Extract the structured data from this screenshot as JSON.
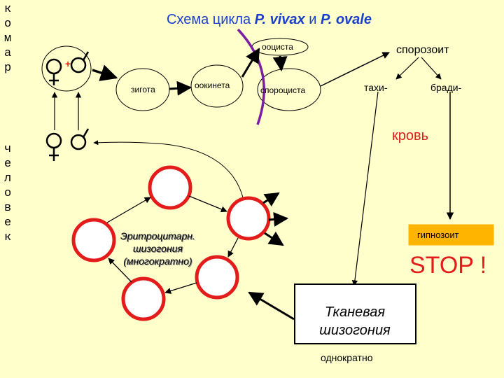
{
  "title": {
    "prefix": "Схема цикла ",
    "species1": "P. vivax",
    "conj": " и ",
    "species2": "P. ovale"
  },
  "side_labels": {
    "mosquito": [
      "к",
      "о",
      "м",
      "а",
      "р"
    ],
    "human": [
      "ч",
      "е",
      "л",
      "о",
      "в",
      "е",
      "к"
    ]
  },
  "labels": {
    "zygote": "зигота",
    "ookinete": "оокинета",
    "oocyst": "ооциста",
    "sporocyst": "спороциста",
    "sporozoite": "спорозоит",
    "tachy": "тахи-",
    "brady": "бради-",
    "blood": "кровь",
    "hypnozoite": "гипнозоит",
    "stop": "STOP !",
    "erythro_line1": "Эритроцитарн.",
    "erythro_line2": "шизогония",
    "erythro_line3": "(многократно)",
    "tissue_line1": "Тканевая",
    "tissue_line2": "шизогония",
    "once": "однократно"
  },
  "colors": {
    "background": "#ffffcc",
    "red_cell": "#e31b1b",
    "membrane": "#7a1fa2",
    "hypnozoite_box": "#ffb400",
    "stop_text": "#e31b1b"
  }
}
